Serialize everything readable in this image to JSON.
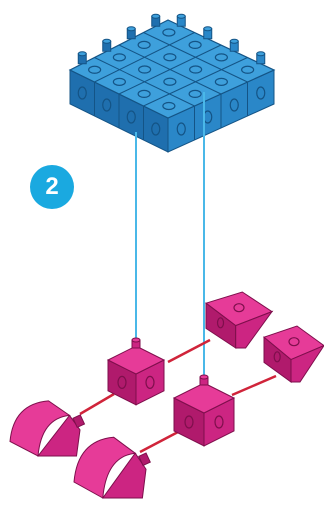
{
  "step": {
    "number": "2"
  },
  "colors": {
    "blue_top": "#3ea0dc",
    "blue_left": "#1f6fae",
    "blue_right": "#2a87c8",
    "blue_dark": "#145486",
    "pink_top": "#e63b98",
    "pink_left": "#b01a6c",
    "pink_right": "#cc2582",
    "pink_dark": "#7e0f4c",
    "guide_line": "#4ab8e8",
    "connector": "#d0243a",
    "badge": "#1aa9e0"
  },
  "icons": {
    "assembled_base": "blue-cube-grid",
    "small_cubes": "pink-cube",
    "wedges": "pink-wedge",
    "dome_pieces": "pink-dome"
  }
}
